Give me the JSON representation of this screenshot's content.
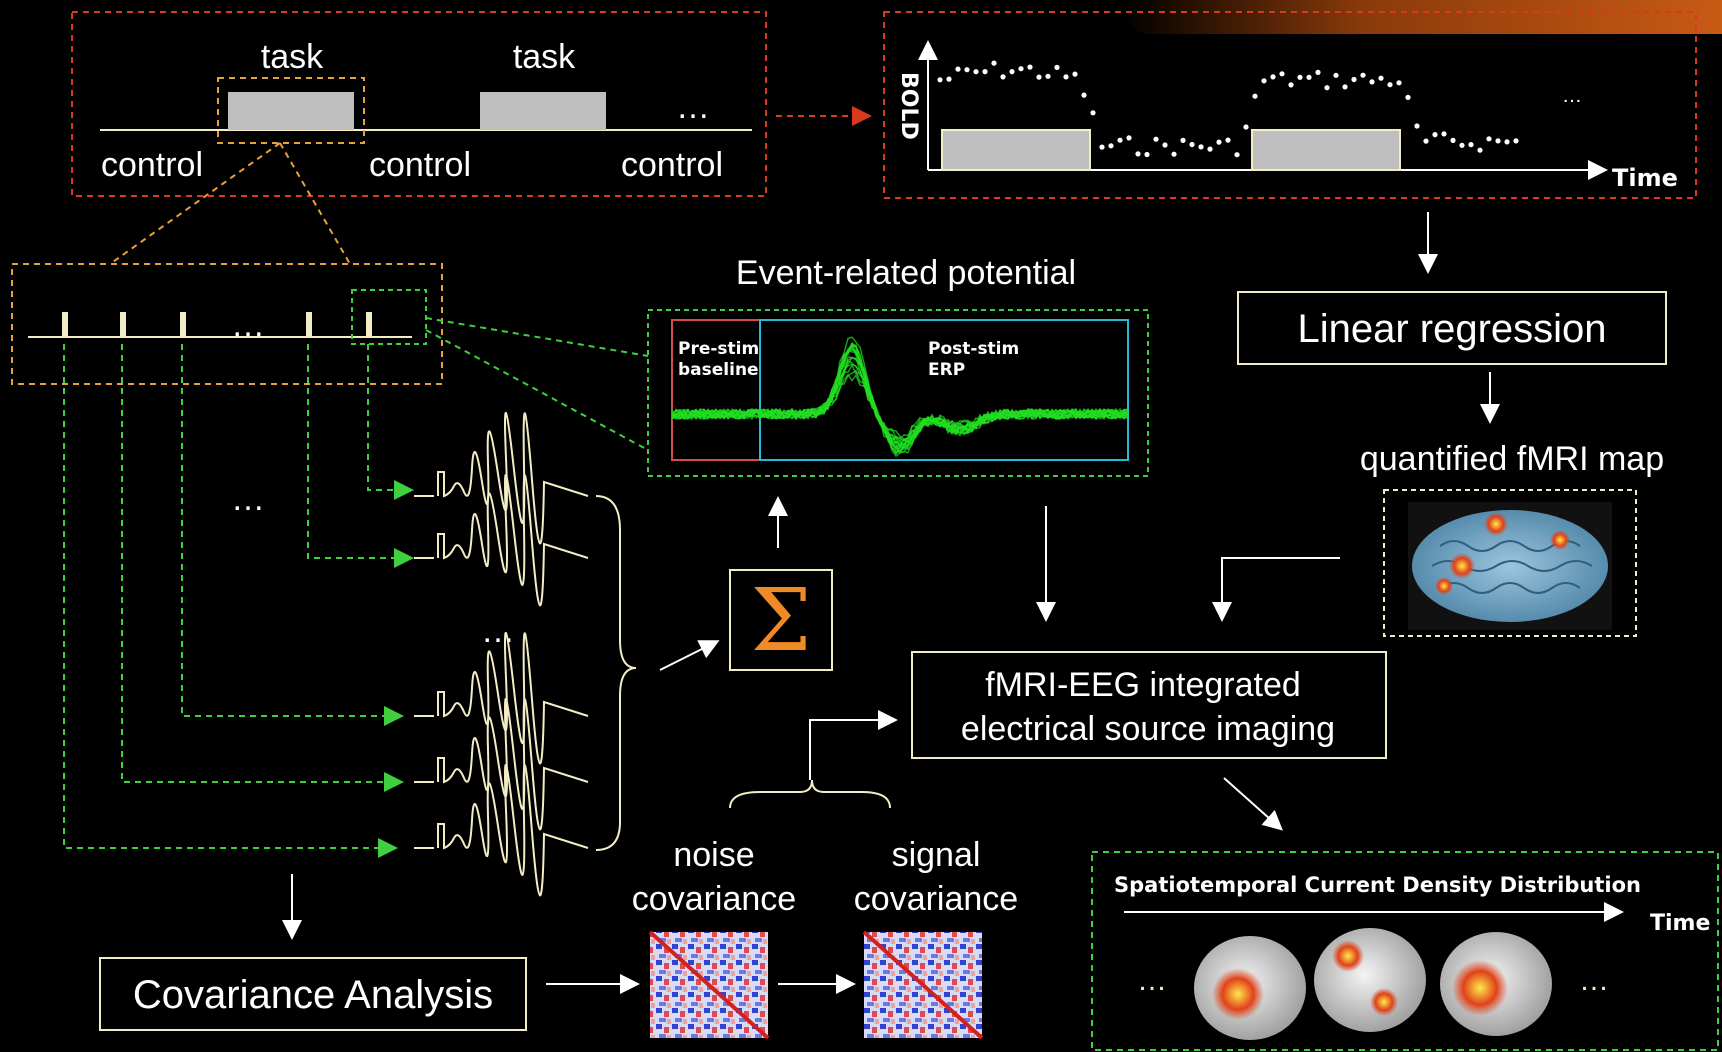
{
  "block_design": {
    "task_label_1": "task",
    "task_label_2": "task",
    "ellipsis": "…",
    "control_1": "control",
    "control_2": "control",
    "control_3": "control"
  },
  "bold_plot": {
    "y_label": "BOLD",
    "x_label": "Time",
    "ellipsis": "…"
  },
  "trial_train": {
    "ellipsis": "…"
  },
  "epochs": {
    "ellipsis_left": "…",
    "ellipsis_mid": "…"
  },
  "erp": {
    "title": "Event-related potential",
    "pre_label_1": "Pre-stim",
    "pre_label_2": "baseline",
    "post_label_1": "Post-stim",
    "post_label_2": "ERP"
  },
  "sum_symbol": "Σ",
  "linear_regression": "Linear regression",
  "fmri_map_title": "quantified fMRI map",
  "integrated": {
    "line1": "fMRI-EEG integrated",
    "line2": "electrical source imaging"
  },
  "covariance": {
    "noise_1": "noise",
    "noise_2": "covariance",
    "signal_1": "signal",
    "signal_2": "covariance"
  },
  "covariance_analysis": "Covariance Analysis",
  "spatiotemporal": {
    "title": "Spatiotemporal Current Density Distribution",
    "time_label": "Time",
    "ellipsis_left": "…",
    "ellipsis_right": "…"
  },
  "colors": {
    "cream": "#f3edc5",
    "red_dash": "#d83a1e",
    "orange_dash": "#e8a13a",
    "green_dash": "#3fcf3f",
    "erp_green": "#22dd22",
    "sigma": "#f08a24"
  }
}
